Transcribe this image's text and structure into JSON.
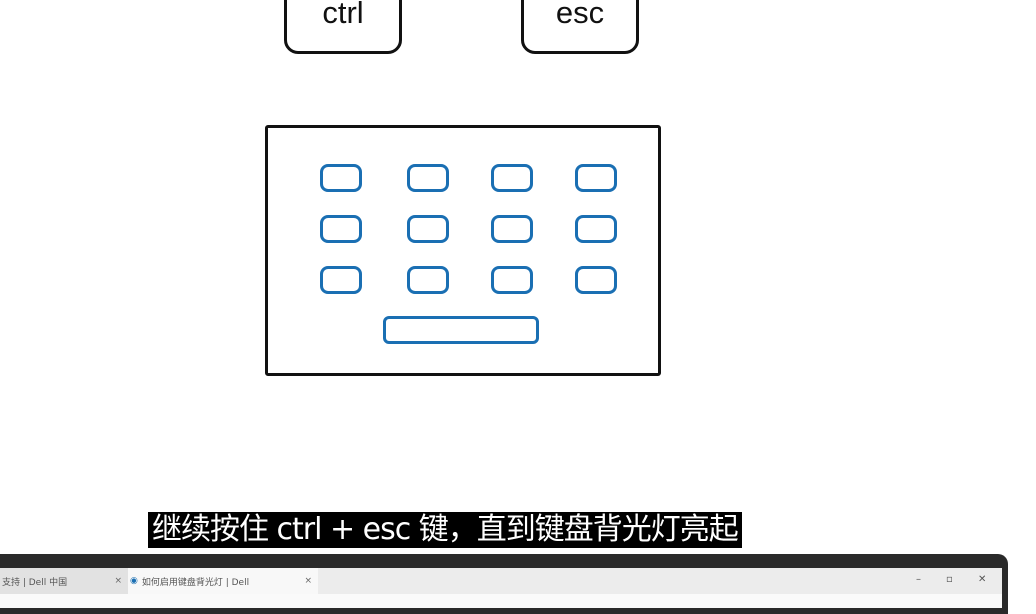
{
  "keycaps": {
    "ctrl": "ctrl",
    "esc": "esc"
  },
  "browser": {
    "tabs": [
      {
        "label": "支持 | Dell 中国",
        "close": "×"
      },
      {
        "label": "如何启用键盘背光灯 | Dell",
        "close": "×"
      }
    ],
    "window_controls": {
      "minimize": "–",
      "maximize": "▫",
      "close": "✕"
    }
  },
  "subtitle": "继续按住 ctrl + esc 键，直到键盘背光灯亮起",
  "colors": {
    "key_outline": "#1a6fb3",
    "frame": "#111111"
  }
}
